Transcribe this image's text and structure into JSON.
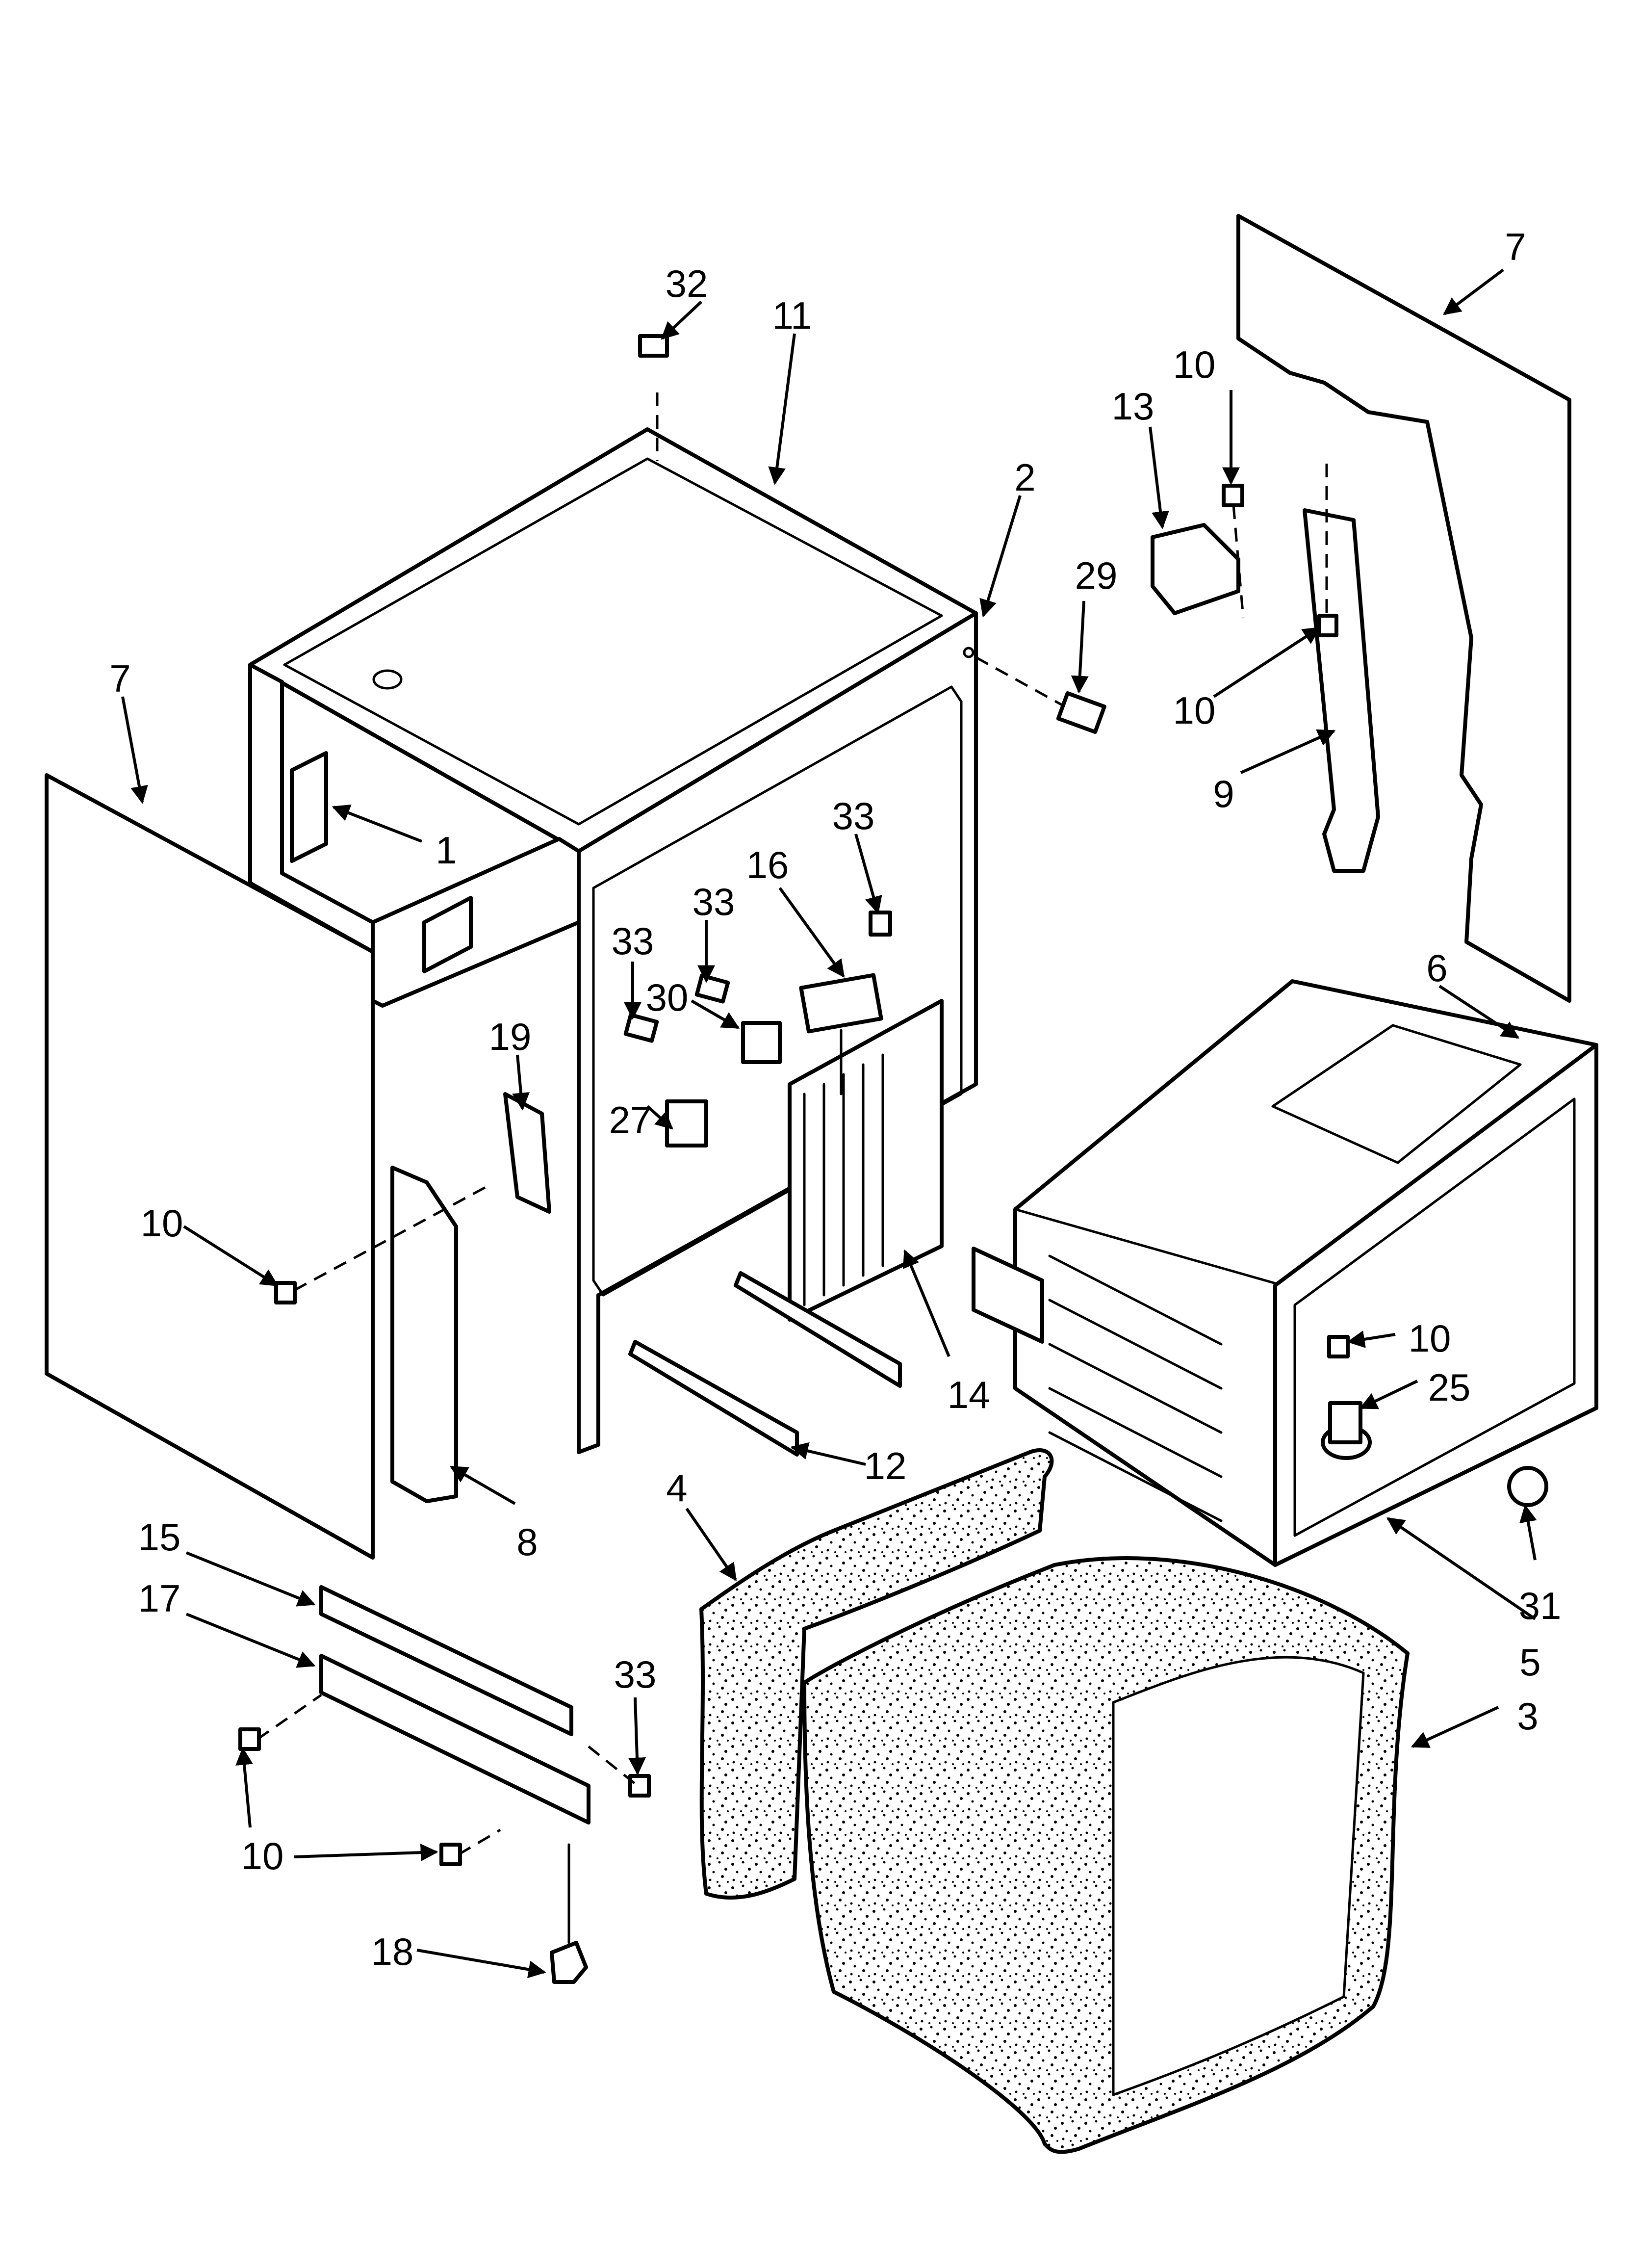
{
  "diagram": {
    "kind": "exploded-parts-view",
    "callouts": [
      {
        "id": "c-32",
        "label": "32"
      },
      {
        "id": "c-11",
        "label": "11"
      },
      {
        "id": "c-7-right",
        "label": "7"
      },
      {
        "id": "c-10-a",
        "label": "10"
      },
      {
        "id": "c-13",
        "label": "13"
      },
      {
        "id": "c-2",
        "label": "2"
      },
      {
        "id": "c-29",
        "label": "29"
      },
      {
        "id": "c-10-b",
        "label": "10"
      },
      {
        "id": "c-9",
        "label": "9"
      },
      {
        "id": "c-7-left",
        "label": "7"
      },
      {
        "id": "c-1",
        "label": "1"
      },
      {
        "id": "c-33-a",
        "label": "33"
      },
      {
        "id": "c-16",
        "label": "16"
      },
      {
        "id": "c-33-b",
        "label": "33"
      },
      {
        "id": "c-33-c",
        "label": "33"
      },
      {
        "id": "c-30",
        "label": "30"
      },
      {
        "id": "c-19",
        "label": "19"
      },
      {
        "id": "c-27",
        "label": "27"
      },
      {
        "id": "c-6",
        "label": "6"
      },
      {
        "id": "c-10-c",
        "label": "10"
      },
      {
        "id": "c-10-d",
        "label": "10"
      },
      {
        "id": "c-25",
        "label": "25"
      },
      {
        "id": "c-14",
        "label": "14"
      },
      {
        "id": "c-12",
        "label": "12"
      },
      {
        "id": "c-8",
        "label": "8"
      },
      {
        "id": "c-4",
        "label": "4"
      },
      {
        "id": "c-31",
        "label": "31"
      },
      {
        "id": "c-5",
        "label": "5"
      },
      {
        "id": "c-15",
        "label": "15"
      },
      {
        "id": "c-17",
        "label": "17"
      },
      {
        "id": "c-33-d",
        "label": "33"
      },
      {
        "id": "c-3",
        "label": "3"
      },
      {
        "id": "c-10-e",
        "label": "10"
      },
      {
        "id": "c-18",
        "label": "18"
      }
    ]
  }
}
